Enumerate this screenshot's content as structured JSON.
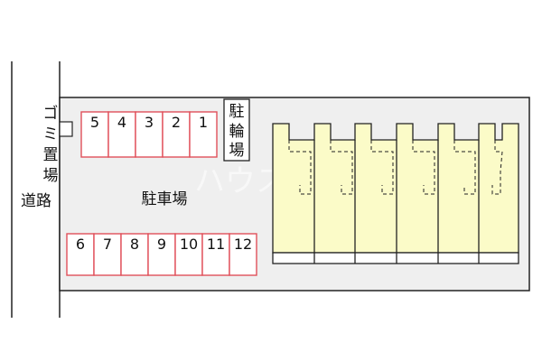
{
  "labels": {
    "garbage": [
      "ゴ",
      "ミ",
      "置",
      "場"
    ],
    "road": "道路",
    "parking": "駐車場",
    "bicycle": [
      "駐",
      "輪",
      "場"
    ]
  },
  "parking_spaces": {
    "top_row": [
      "5",
      "4",
      "3",
      "2",
      "1"
    ],
    "bottom_row": [
      "6",
      "7",
      "8",
      "9",
      "10",
      "11",
      "12"
    ]
  },
  "watermark": "ハウスコム",
  "colors": {
    "lot_fill": "#efefef",
    "parking_border": "#e0505a",
    "parking_fill": "#ffffff",
    "building_fill": "#fbfbc8",
    "outline": "#222222"
  }
}
